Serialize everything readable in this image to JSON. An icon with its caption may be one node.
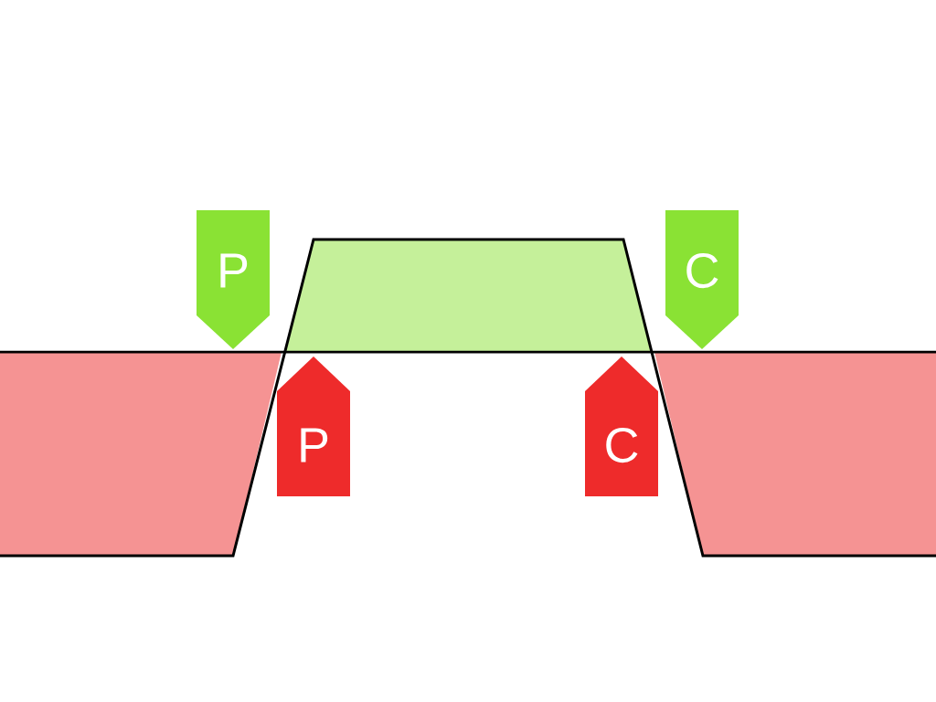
{
  "diagram": {
    "nodes": [
      {
        "text": [
          "P"
        ]
      },
      {
        "text": [
          "C"
        ]
      },
      {
        "text": [
          "P"
        ]
      },
      {
        "text": [
          "C"
        ]
      }
    ]
  }
}
